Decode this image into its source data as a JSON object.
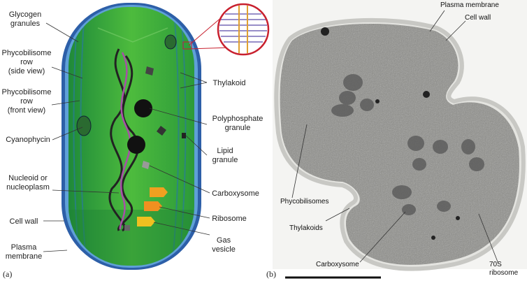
{
  "panel_a": {
    "tag": "(a)",
    "left_labels": {
      "glycogen_1": "Glycogen",
      "glycogen_2": "granules",
      "phyco_side_1": "Phycobilisome",
      "phyco_side_2": "row",
      "phyco_side_3": "(side view)",
      "phyco_front_1": "Phycobilisome",
      "phyco_front_2": "row",
      "phyco_front_3": "(front view)",
      "cyanophycin": "Cyanophycin",
      "nucleoid_1": "Nucleoid or",
      "nucleoid_2": "nucleoplasm",
      "cell_wall": "Cell wall",
      "plasma_1": "Plasma",
      "plasma_2": "membrane"
    },
    "right_labels": {
      "thylakoid": "Thylakoid",
      "polyphosphate_1": "Polyphosphate",
      "polyphosphate_2": "granule",
      "lipid_1": "Lipid",
      "lipid_2": "granule",
      "carboxysome": "Carboxysome",
      "ribosome": "Ribosome",
      "gas_1": "Gas",
      "gas_2": "vesicle"
    },
    "colors": {
      "cytoplasm": "#3fae3a",
      "wall": "#2d5fa8",
      "inset_ring": "#c8202e"
    }
  },
  "panel_b": {
    "tag": "(b)",
    "labels": {
      "plasma_membrane": "Plasma membrane",
      "cell_wall": "Cell wall",
      "phycobilisomes": "Phycobilisomes",
      "thylakoids": "Thylakoids",
      "carboxysome": "Carboxysome",
      "ribosome_1": "70S",
      "ribosome_2": "ribosome"
    }
  }
}
